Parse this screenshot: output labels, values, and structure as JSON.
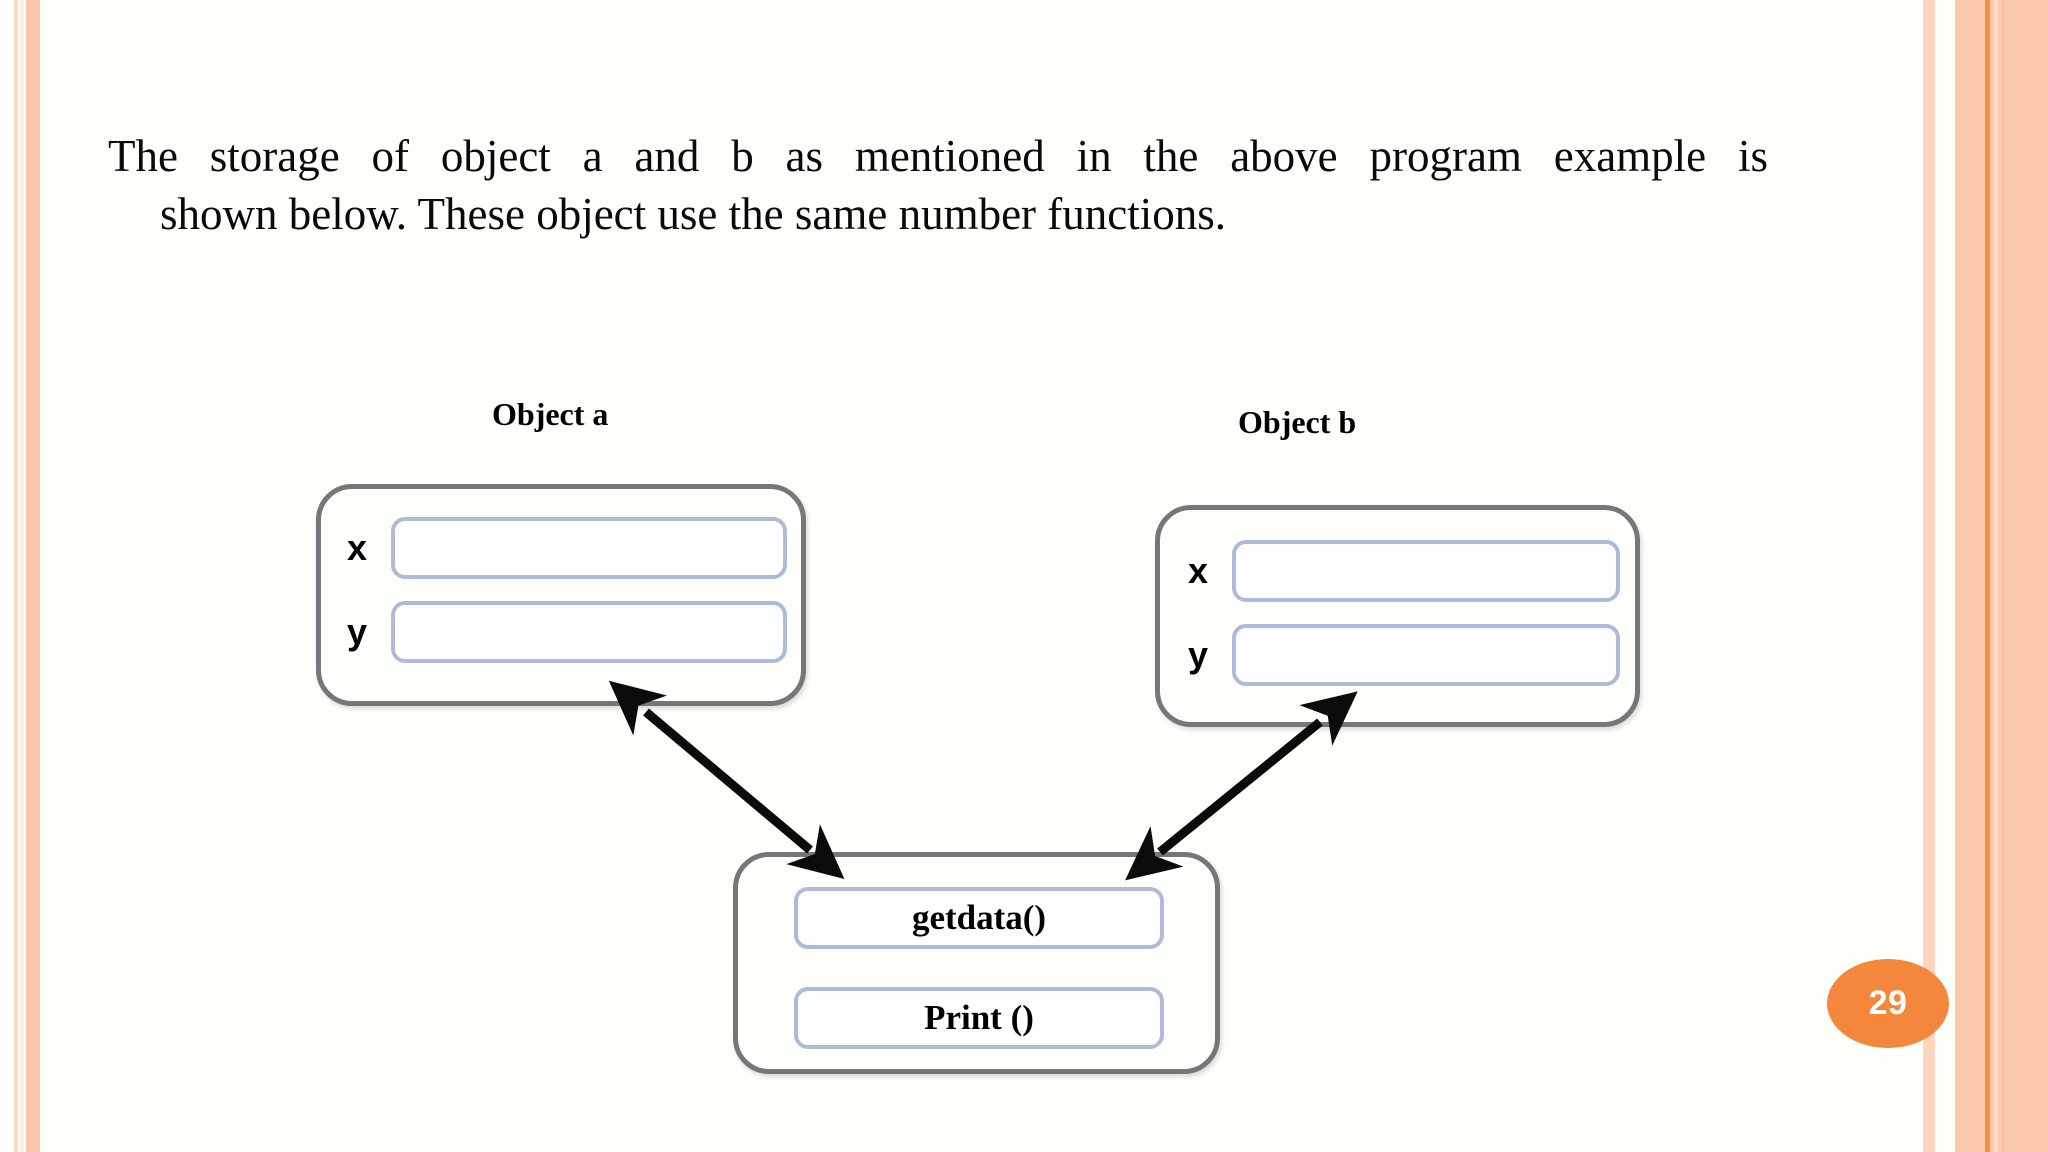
{
  "slide": {
    "background_color": "#fdfffa",
    "page_number": "29",
    "accent_color": "#f4873c",
    "band_color": "#fbc9ae",
    "box_border_color": "#77777a",
    "field_border_color": "#aebada"
  },
  "body": {
    "paragraph_line1": "The storage of object a and b as mentioned in the above program example is",
    "paragraph_line2": "shown below. These object use the same number functions.",
    "paragraph_full": "The storage of object a and b as mentioned in the above program example is shown below. These object use the same number functions."
  },
  "diagram": {
    "object_a": {
      "label": "Object a",
      "members": [
        {
          "name": "x",
          "value": ""
        },
        {
          "name": "y",
          "value": ""
        }
      ]
    },
    "object_b": {
      "label": "Object b",
      "members": [
        {
          "name": "x",
          "value": ""
        },
        {
          "name": "y",
          "value": ""
        }
      ]
    },
    "functions": {
      "items": [
        {
          "name": "getdata()"
        },
        {
          "name": "Print ()"
        }
      ]
    },
    "connectors": [
      {
        "from": "object-a",
        "to": "functions",
        "style": "double-headed-arrow"
      },
      {
        "from": "object-b",
        "to": "functions",
        "style": "double-headed-arrow"
      }
    ]
  }
}
